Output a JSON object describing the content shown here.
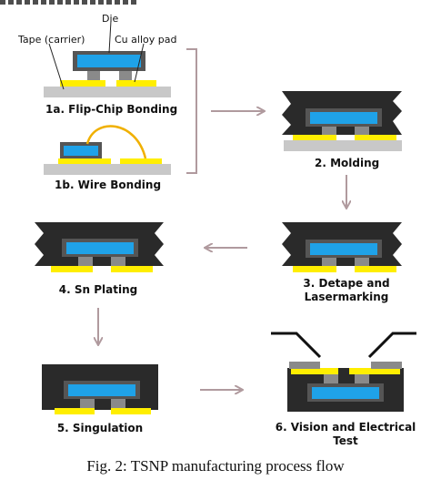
{
  "labels": {
    "tape": "Tape (carrier)",
    "die": "Die",
    "pad": "Cu alloy pad",
    "step1a": "1a. Flip-Chip Bonding",
    "step1b": "1b. Wire Bonding",
    "step2": "2. Molding",
    "step3_line1": "3. Detape and",
    "step3_line2": "Lasermarking",
    "step4": "4. Sn Plating",
    "step5": "5. Singulation",
    "step6_line1": "6. Vision and Electrical",
    "step6_line2": "Test"
  },
  "caption": "Fig. 2: TSNP manufacturing process flow",
  "colors": {
    "die": "#1fa2e8",
    "pad": "#ffee00",
    "tape": "#c8c8c8",
    "mold": "#2a2a2a",
    "bump": "#8a8a8a",
    "wire": "#f0b000",
    "arrow": "#b09a9e"
  }
}
